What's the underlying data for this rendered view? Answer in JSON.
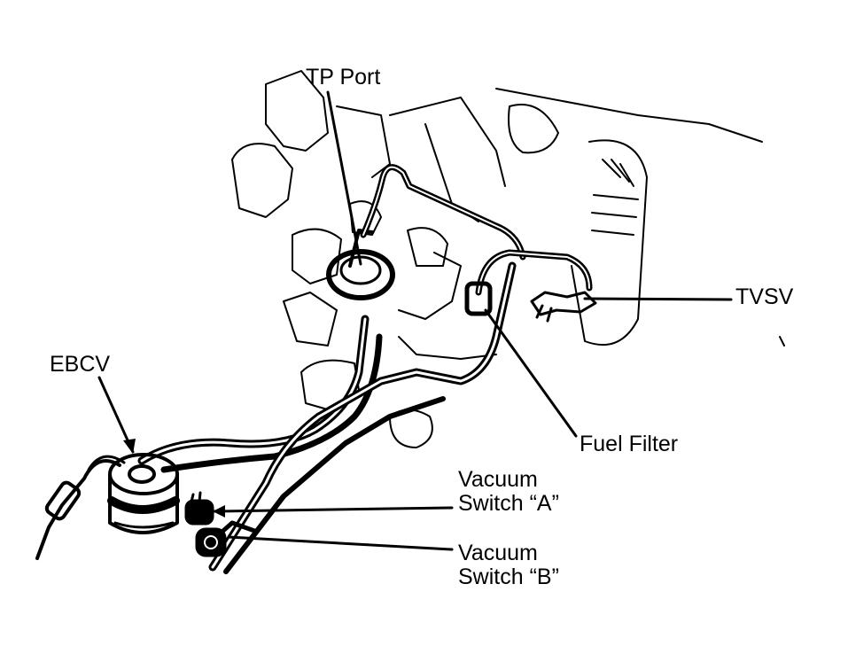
{
  "labels": {
    "tp_port": "TP Port",
    "tvsv": "TVSV",
    "ebcv": "EBCV",
    "fuel_filter": "Fuel Filter",
    "vacuum_switch_a_line1": "Vacuum",
    "vacuum_switch_a_line2": "Switch “A”",
    "vacuum_switch_b_line1": "Vacuum",
    "vacuum_switch_b_line2": "Switch “B”"
  },
  "colors": {
    "ink": "#000000",
    "paper": "#ffffff"
  }
}
